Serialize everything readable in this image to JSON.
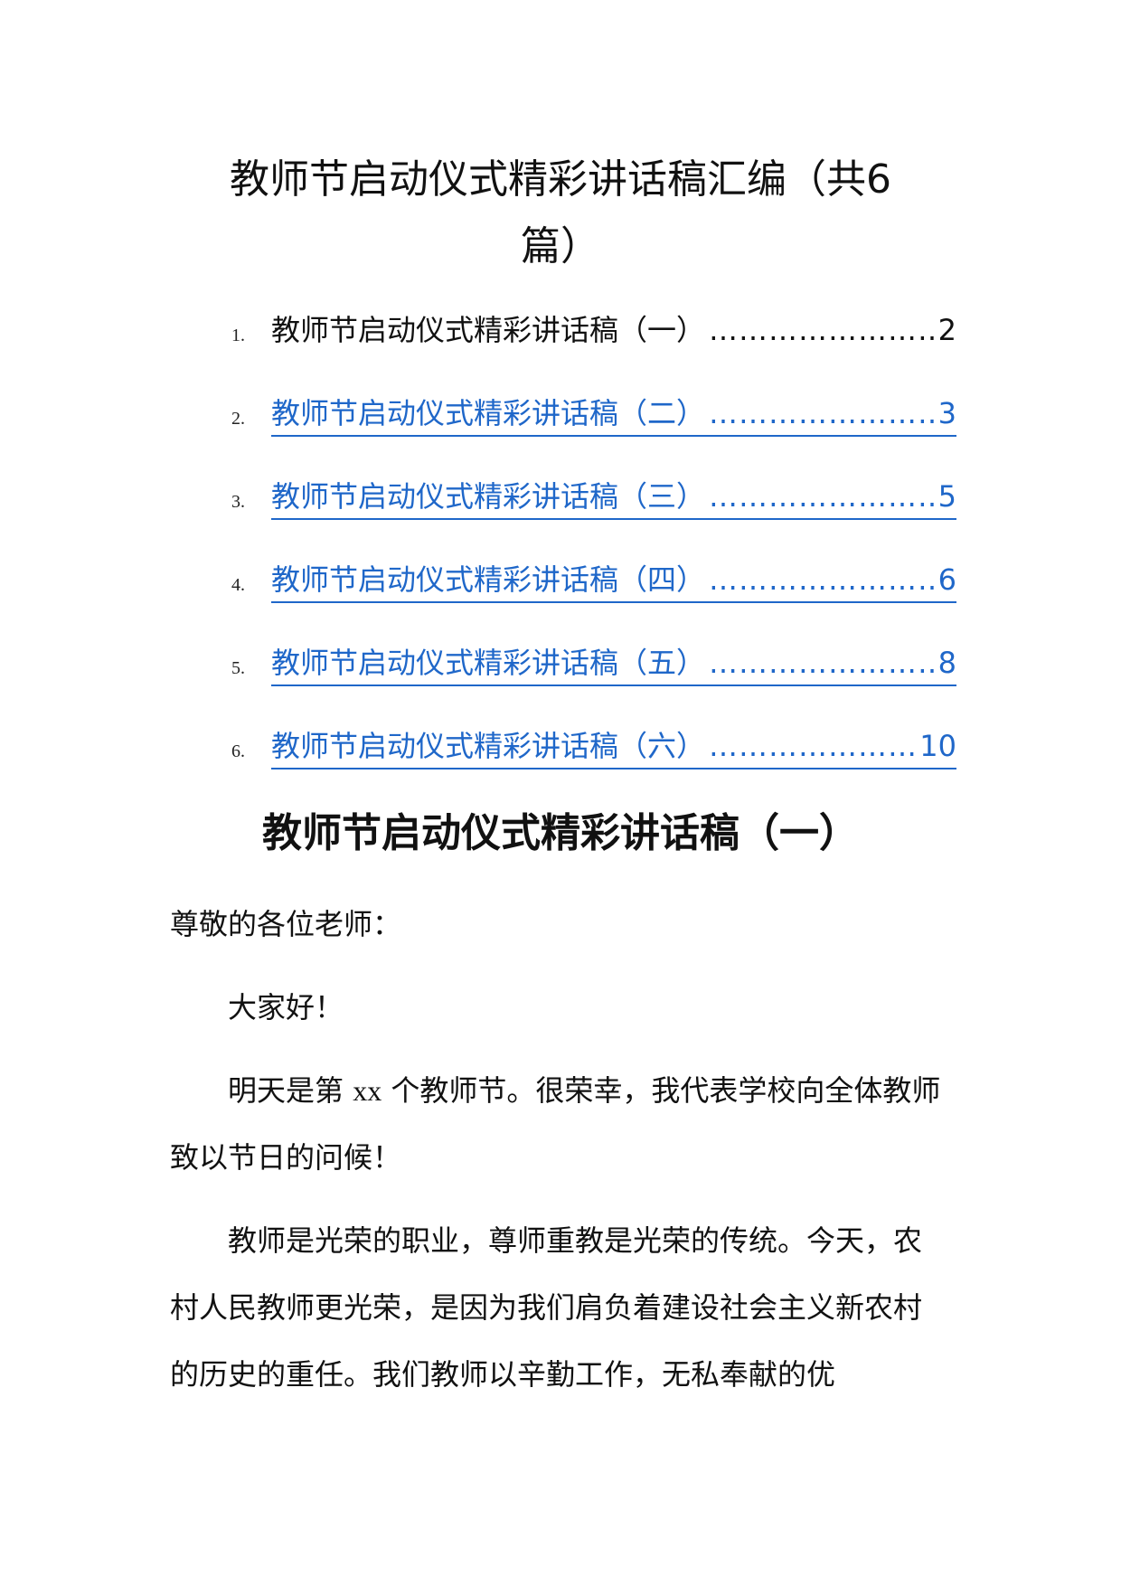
{
  "document": {
    "title_line1": "教师节启动仪式精彩讲话稿汇编（共6",
    "title_line2": "篇）"
  },
  "toc": {
    "items": [
      {
        "number": "1.",
        "text": "教师节启动仪式精彩讲话稿（一）",
        "page": "2",
        "linked": false
      },
      {
        "number": "2.",
        "text": "教师节启动仪式精彩讲话稿（二）",
        "page": "3",
        "linked": true
      },
      {
        "number": "3.",
        "text": "教师节启动仪式精彩讲话稿（三）",
        "page": "5",
        "linked": true
      },
      {
        "number": "4.",
        "text": "教师节启动仪式精彩讲话稿（四）",
        "page": "6",
        "linked": true
      },
      {
        "number": "5.",
        "text": "教师节启动仪式精彩讲话稿（五）",
        "page": "8",
        "linked": true
      },
      {
        "number": "6.",
        "text": "教师节启动仪式精彩讲话稿（六）",
        "page": "10",
        "linked": true
      }
    ],
    "link_color": "#1f67c9"
  },
  "section1": {
    "heading": "教师节启动仪式精彩讲话稿（一）",
    "salutation": "尊敬的各位老师：",
    "greeting": "大家好！",
    "para1_part1": "明天是第",
    "para1_latin": "xx",
    "para1_part2": "个教师节。很荣幸，我代表学校向全体教师致以节日的问候！",
    "para2": "教师是光荣的职业，尊师重教是光荣的传统。今天，农村人民教师更光荣，是因为我们肩负着建设社会主义新农村的历史的重任。我们教师以辛勤工作，无私奉献的优"
  }
}
